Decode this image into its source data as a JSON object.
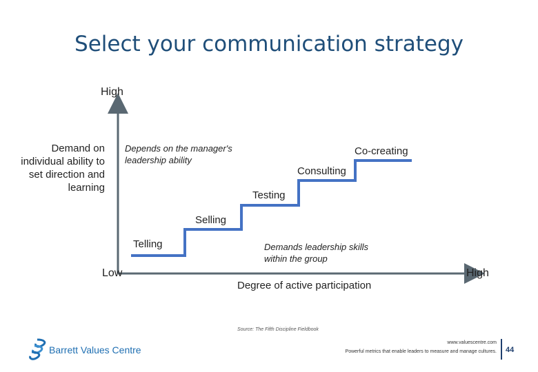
{
  "slide": {
    "title": "Select your communication strategy"
  },
  "diagram": {
    "y_axis": {
      "high_label": "High",
      "low_label": "Low",
      "label": "Demand on individual ability to set direction and learning"
    },
    "x_axis": {
      "high_label": "High",
      "label": "Degree of active participation"
    },
    "notes": {
      "top": "Depends on the manager's leadership ability",
      "bottom": "Demands leadership skills within the group"
    },
    "steps": [
      {
        "label": "Telling"
      },
      {
        "label": "Selling"
      },
      {
        "label": "Testing"
      },
      {
        "label": "Consulting"
      },
      {
        "label": "Co-creating"
      }
    ],
    "colors": {
      "axis": "#5a6872",
      "step_line": "#4472c4",
      "title": "#1f4e79"
    }
  },
  "source": "Source: The Fifth Discipline Fieldbook",
  "footer": {
    "logo_text": "Barrett Values Centre",
    "logo_icon": "barrett-logo-icon",
    "website": "www.valuescentre.com",
    "tagline": "Powerful metrics that enable leaders to measure and manage cultures.",
    "page_number": "44"
  }
}
